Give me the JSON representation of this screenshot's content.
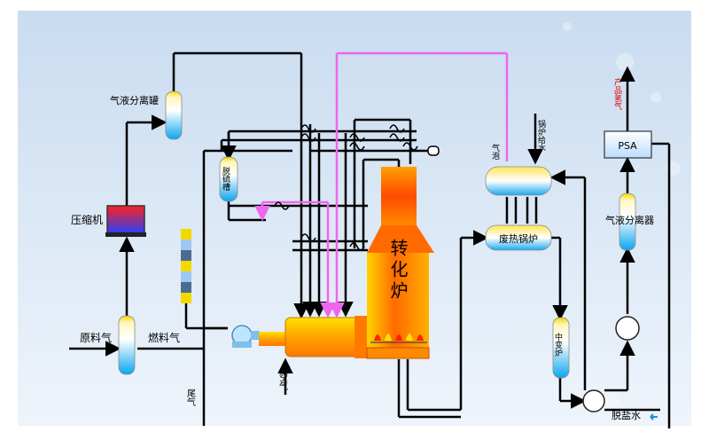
{
  "colors": {
    "bg_top": "#c9dcf0",
    "bg_bottom": "#eef4fb",
    "pipe": "#000000",
    "pipe_purple": "#ee66ee",
    "product_text": "#e00000",
    "vessel_top": "#f5d800",
    "vessel_mid": "#ffffff",
    "vessel_bottom": "#00aaff",
    "furnace_hot": "#ff3300",
    "furnace_warm": "#ffaa00"
  },
  "labels": {
    "gas_liquid_tank": "气液分离罐",
    "compressor": "压缩机",
    "desulfurizer": "脱硫槽",
    "raw_gas": "原料气",
    "fuel_gas": "燃料气",
    "tail_gas": "尾气",
    "air": "空气",
    "reformer": "转化炉",
    "steam_drum": "气泡",
    "boiler_feed": "锅炉给水",
    "waste_heat_boiler": "废热锅炉",
    "shift_converter": "中变炉",
    "desalted_water": "脱盐水",
    "psa": "PSA",
    "product_h2": "产品氢气",
    "gas_liquid_separator": "气液分离器"
  },
  "icons": {
    "compressor": "compressor-icon",
    "blower": "blower-icon",
    "pump": "pump-icon",
    "nozzle": "nozzle-icon",
    "arrow": "arrow-icon",
    "scroll_arrow": "scroll-arrow-icon"
  }
}
